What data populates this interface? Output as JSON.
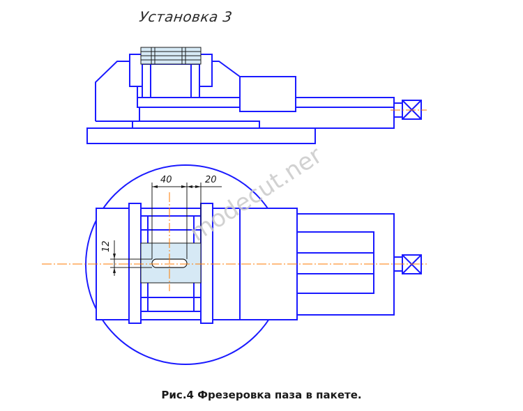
{
  "title": "Установка 3",
  "caption": "Рис.4 Фрезеровка паза в пакете.",
  "watermark": "modecut.ner",
  "dimensions": {
    "width_40": "40",
    "width_20": "20",
    "height_12": "12"
  },
  "colors": {
    "outline": "#1a1aff",
    "center_axis": "#ff7a00",
    "workpiece_fill": "#d6e9f5",
    "dimension_lines": "#1a1a1a"
  }
}
